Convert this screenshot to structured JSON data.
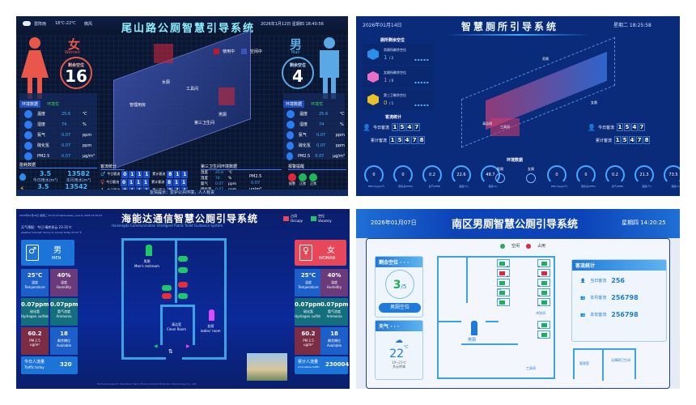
{
  "panel1": {
    "weather": "雷阵雨",
    "temp_range": "18℃-22℃",
    "wind": "微风",
    "title": "尾山路公厕智慧引导系统",
    "datetime": "2026年1月12日  星期四  18:40:56",
    "female": {
      "label": "女",
      "en": "Women",
      "spots_label": "剩余空位",
      "spots": "16"
    },
    "male": {
      "label": "男",
      "en": "Man",
      "spots_label": "剩余空位",
      "spots": "4"
    },
    "legend": [
      {
        "label": "使用中",
        "color": "#c0182a"
      },
      {
        "label": "空闲中",
        "color": "#3a57b8"
      }
    ],
    "rooms": [
      "女厕",
      "工具间",
      "管理用房",
      "男厕",
      "第三卫生间"
    ],
    "env_header": "环境数据",
    "env_status": "环境优",
    "env_left": [
      {
        "label": "温度",
        "value": "25.6",
        "unit": "℃"
      },
      {
        "label": "湿度",
        "value": "74",
        "unit": "%"
      },
      {
        "label": "氨气",
        "value": "0.07",
        "unit": "ppm"
      },
      {
        "label": "硫化氢",
        "value": "0.07",
        "unit": "ppm"
      },
      {
        "label": "PM2.5",
        "value": "0.07",
        "unit": "μg/m³"
      }
    ],
    "env_right": [
      {
        "label": "温度",
        "value": "25.6",
        "unit": "℃"
      },
      {
        "label": "湿度",
        "value": "74",
        "unit": "%"
      },
      {
        "label": "氨气",
        "value": "0.07",
        "unit": "ppm"
      },
      {
        "label": "硫化氢",
        "value": "0.07",
        "unit": "ppm"
      },
      {
        "label": "PM2.5",
        "value": "0.07",
        "unit": "μg/m³"
      }
    ],
    "energy_title": "能耗数据",
    "energy": [
      {
        "today": "3.5",
        "today_label": "今日用水(m³)",
        "month": "13582",
        "month_label": "本月用水(m³)"
      },
      {
        "today": "3.5",
        "today_label": "今日用电(kWh)",
        "month": "13542",
        "month_label": "本月用电(kWh)"
      }
    ],
    "traffic_title": "客流统计",
    "traffic": [
      {
        "today_label": "今日客流",
        "today": [
          "0",
          "1",
          "1",
          "1"
        ],
        "total_label": "累计客流",
        "total": [
          "8",
          "1",
          "1",
          "0",
          "1",
          "1"
        ]
      },
      {
        "today_label": "今日客流",
        "today": [
          "0",
          "1",
          "1",
          "1"
        ],
        "total_label": "累计客流",
        "total": [
          "8",
          "1",
          "1",
          "0",
          "1",
          "1"
        ]
      },
      {
        "today_label": "今日客流",
        "today": [
          "0",
          "1",
          "1",
          "1"
        ],
        "total_label": "累计客流",
        "total": [
          "8",
          "1",
          "1",
          "0",
          "1",
          "1"
        ]
      }
    ],
    "third_title": "第三卫生间环境数据",
    "third_env": [
      {
        "label": "温度",
        "value": "25.6",
        "unit": "℃"
      },
      {
        "label": "湿度",
        "value": "74",
        "unit": "%"
      },
      {
        "label": "氨气",
        "value": "0.07",
        "unit": "ppm"
      },
      {
        "label": "硫化氢",
        "value": "0.07",
        "unit": "ppm"
      }
    ],
    "third_pm": {
      "label": "PM2.5",
      "value": "0.07",
      "unit": "μg/m³"
    },
    "alarm_title": "报警提醒",
    "alarms": [
      {
        "label": "报警",
        "color": "#e0263a"
      },
      {
        "label": "正常",
        "color": "#1fb75a"
      },
      {
        "label": "正常",
        "color": "#1fb75a"
      }
    ],
    "footer": "友情提示：爱护公共环境，人人有责"
  },
  "panel2": {
    "date": "2026年01月14日",
    "title": "智慧厕所引导系统",
    "weekday_time": "星期二   18:25:58",
    "spots_title": "厕所剩余空位",
    "spots": [
      {
        "label": "男厕所剩余空位",
        "value": "1",
        "total": "/ 2",
        "color": "#2b8ee8"
      },
      {
        "label": "女厕所剩余空位",
        "value": "1",
        "total": "/ 6",
        "color": "#e86fc8"
      },
      {
        "label": "第三卫剩余空位",
        "value": "0",
        "total": "/ 1",
        "color": "#e8c02b"
      }
    ],
    "map_labels": [
      "男厕",
      "女厕",
      "清洁间",
      "工具间"
    ],
    "traffic_title": "客流统计",
    "traffic_left": {
      "today_label": "今日客流",
      "today": [
        "1",
        "5",
        "4",
        "7"
      ],
      "total_label": "累计客流",
      "total": [
        "1",
        "5",
        "4",
        "7",
        "8"
      ]
    },
    "traffic_right": {
      "today_label": "今日客流",
      "today": [
        "1",
        "5",
        "4",
        "7"
      ],
      "total_label": "累计客流",
      "total": [
        "1",
        "5",
        "4",
        "7",
        "8"
      ]
    },
    "env_title": "环境数据",
    "gauges_left": [
      {
        "value": "0",
        "label": "PM2.5(μg/m³)"
      },
      {
        "value": "0",
        "label": "硫化氢(PPM)"
      },
      {
        "value": "0.2",
        "label": "氨气(PPM)"
      },
      {
        "value": "22.6",
        "label": "温度(℃)"
      },
      {
        "value": "48.7",
        "label": "湿度(%)"
      }
    ],
    "center_labels": [
      "男厕",
      "女厕"
    ],
    "gauges_right": [
      {
        "value": "0",
        "label": "PM2.5(μg/m³)"
      },
      {
        "value": "0",
        "label": "硫化氢(PPM)"
      },
      {
        "value": "0.2",
        "label": "氨气(PPM)"
      },
      {
        "value": "21.3",
        "label": "温度(℃)"
      },
      {
        "value": "73.5",
        "label": "湿度(%)"
      }
    ]
  },
  "panel3": {
    "datetime": "2025年01月09日  星期三  15:10:22  Wednesday, June 9, 2025 15:10:22",
    "title": "海能达通信智慧公厕引导系统",
    "subtitle": "Hainengda Communication Intelligent Public Toilet Guidance System",
    "weather": "天气预报：今日 晴转多云 23-31℃",
    "weather_en": "weather forecast: Sunny to cloudy Today 23-31 ℃",
    "legend": [
      {
        "label": "占用",
        "en": "Occupy",
        "color": "#e8475a"
      },
      {
        "label": "空位",
        "en": "Vacancy",
        "color": "#1fc66a"
      }
    ],
    "men": {
      "label": "男",
      "en": "MEN",
      "color": "#1d74d8"
    },
    "women": {
      "label": "女",
      "en": "WOMAN",
      "color": "#e8475a"
    },
    "tiles_left": [
      {
        "value": "25℃",
        "label": "温度",
        "en": "Temperature",
        "color": "#1d5fc8"
      },
      {
        "value": "40%",
        "label": "湿度",
        "en": "Humidity",
        "color": "#6a3a7a"
      },
      {
        "value": "0.07ppm",
        "label": "硫化氢",
        "en": "Hydrogen sulfide",
        "color": "#136e7e"
      },
      {
        "value": "0.07ppm",
        "label": "氨气浓度",
        "en": "Ammonia",
        "color": "#136e7e"
      },
      {
        "value": "60.2",
        "label": "PM 2.5",
        "en": "ug/m³",
        "color": "#7a2d45"
      },
      {
        "value": "18",
        "label": "剩余蹲位",
        "en": "Available",
        "color": "#1d5fc8"
      }
    ],
    "tiles_right": [
      {
        "value": "25℃",
        "label": "温度",
        "en": "Temperature",
        "color": "#1d5fc8"
      },
      {
        "value": "40%",
        "label": "湿度",
        "en": "Humidity",
        "color": "#6a3a7a"
      },
      {
        "value": "0.07ppm",
        "label": "硫化氢",
        "en": "Hydrogen sulfide",
        "color": "#136e7e"
      },
      {
        "value": "0.07ppm",
        "label": "氨气浓度",
        "en": "Ammonia",
        "color": "#136e7e"
      },
      {
        "value": "60.2",
        "label": "PM 2.5",
        "en": "ug/m³",
        "color": "#7a2d45"
      },
      {
        "value": "18",
        "label": "剩余蹲位",
        "en": "Available",
        "color": "#1d5fc8"
      }
    ],
    "traffic_today": {
      "label": "今日人流量",
      "en": "Traffic today",
      "value": "320"
    },
    "traffic_total": {
      "label": "累计人流量",
      "en": "Cumulative traffic",
      "value": "230004"
    },
    "map": {
      "men_label": "男厕",
      "men_en": "Men's restroom",
      "women_label": "女厕",
      "women_en": "ladies' room",
      "clean_label": "清洁室",
      "clean_en": "Clean Room"
    },
    "footer": "Technical support: Shenzhen Tianyi Environmental Protection Technology Co., Ltd."
  },
  "panel4": {
    "date": "2026年01月07日",
    "title": "南区男厕智慧公厕引导系统",
    "weekday_time": "星期四 14:20:25",
    "legend": [
      {
        "label": "空闲",
        "color": "#1faf5a"
      },
      {
        "label": "占用",
        "color": "#e0263a"
      }
    ],
    "spots_title": "剩余空位 · · ·",
    "spots_value": "3",
    "spots_total": "/5",
    "spots_button": "男厕空位",
    "weather_title": "天气 · · ·",
    "temperature": "22",
    "temp_unit": "℃",
    "temp_range": "19~23℃",
    "condition": "多云转晴",
    "map": {
      "men": "男厕",
      "wash": "冲洗间",
      "tool": "工具间",
      "mgmt": "管理室",
      "accessible": "无障碍卫生间"
    },
    "stalls_mid": [
      {
        "n": "8",
        "status": "free"
      },
      {
        "n": "9",
        "status": "busy"
      },
      {
        "n": "10",
        "status": "free"
      },
      {
        "n": "11",
        "status": "free"
      },
      {
        "n": "",
        "status": "free"
      }
    ],
    "stalls_right": [
      {
        "n": "7",
        "status": "free"
      },
      {
        "n": "6",
        "status": "busy"
      },
      {
        "n": "5",
        "status": "free"
      },
      {
        "n": "4",
        "status": "free"
      },
      {
        "n": "3",
        "status": "free"
      },
      {
        "n": "2",
        "status": "free"
      },
      {
        "n": "1",
        "status": "free"
      }
    ],
    "traffic_title": "客流统计",
    "traffic": [
      {
        "label": "当日客流",
        "value": "256"
      },
      {
        "label": "本月客流",
        "value": "256798"
      },
      {
        "label": "本年客流",
        "value": "256798"
      }
    ]
  }
}
